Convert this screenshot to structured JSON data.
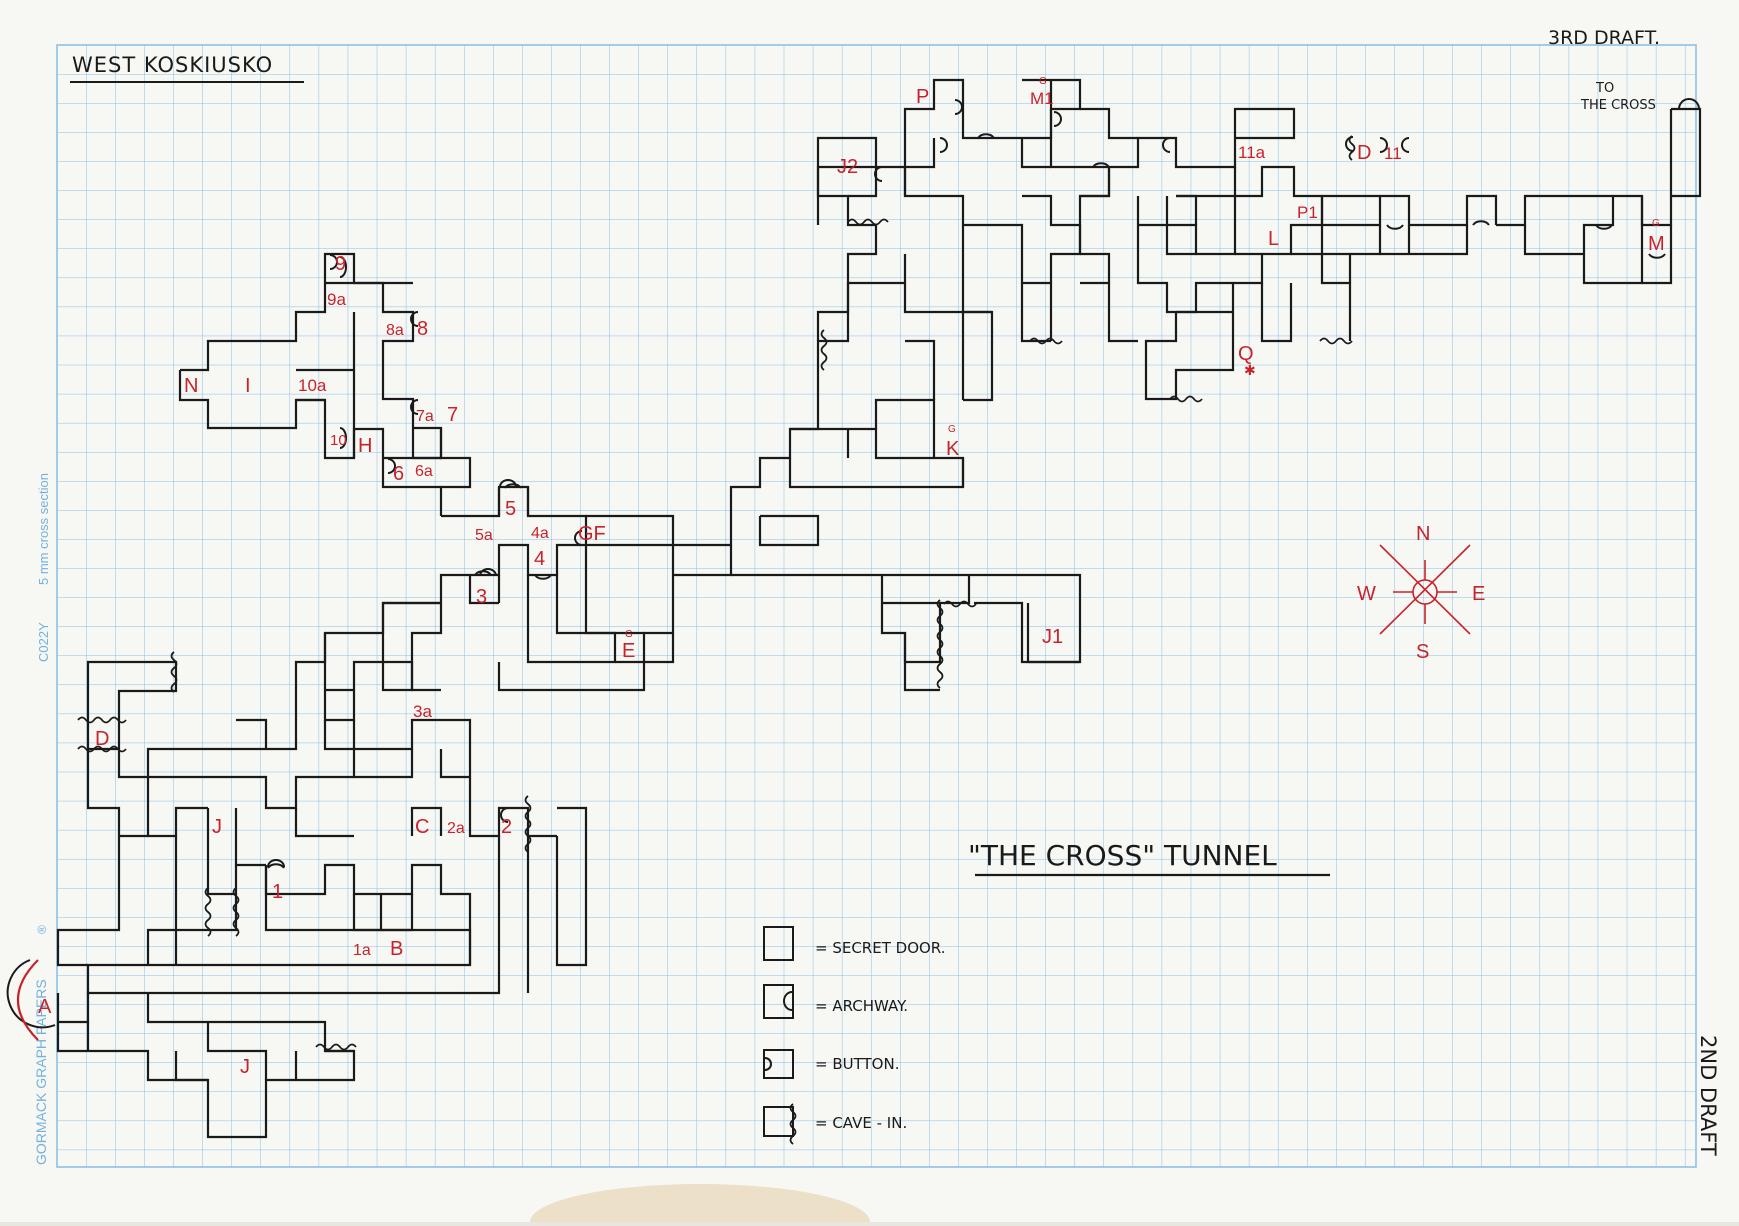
{
  "title": "WEST KOSKIUSKO",
  "draft_top": "3RD DRAFT.",
  "draft_side": "2ND DRAFT",
  "map_title": "\"THE CROSS\" TUNNEL",
  "exit_label_line1": "TO",
  "exit_label_line2": "THE CROSS",
  "paper_brand": "GORMACK GRAPH PAPERS",
  "paper_code": "C022Y",
  "paper_spec": "5 mm cross section",
  "paper_mark": "®",
  "compass": {
    "n": "N",
    "s": "S",
    "e": "E",
    "w": "W"
  },
  "legend": [
    {
      "icon": "secret-door",
      "label": "= SECRET DOOR."
    },
    {
      "icon": "archway",
      "label": "= ARCHWAY."
    },
    {
      "icon": "button",
      "label": "= BUTTON."
    },
    {
      "icon": "cave-in",
      "label": "= CAVE - IN."
    }
  ],
  "labels": {
    "N": "N",
    "I": "I",
    "10a": "10a",
    "10": "10",
    "H": "H",
    "9": "9",
    "9a": "9a",
    "8a": "8a",
    "8": "8",
    "7a": "7a",
    "7": "7",
    "6": "6",
    "6a": "6a",
    "5": "5",
    "5a": "5a",
    "4a": "4a",
    "4": "4",
    "GF": "GF",
    "3": "3",
    "E": "E",
    "3a": "3a",
    "D_left": "D",
    "J_upper": "J",
    "C": "C",
    "2a": "2a",
    "2": "2",
    "1": "1",
    "1a": "1a",
    "B": "B",
    "A": "A",
    "J_lower": "J",
    "J1": "J1",
    "K": "K",
    "Q": "Q",
    "L": "L",
    "P1": "P1",
    "J2": "J2",
    "P": "P",
    "M1": "M1",
    "11a": "11a",
    "D_right": "D",
    "11": "11",
    "M": "M",
    "G_m1": "G",
    "G_k": "G",
    "G_m": "G",
    "G_e": "G"
  },
  "colors": {
    "paper": "#f7f8f4",
    "grid": "#86bde6",
    "ink": "#1a1a1a",
    "red": "#c8232b",
    "brand": "#73b1e2"
  }
}
